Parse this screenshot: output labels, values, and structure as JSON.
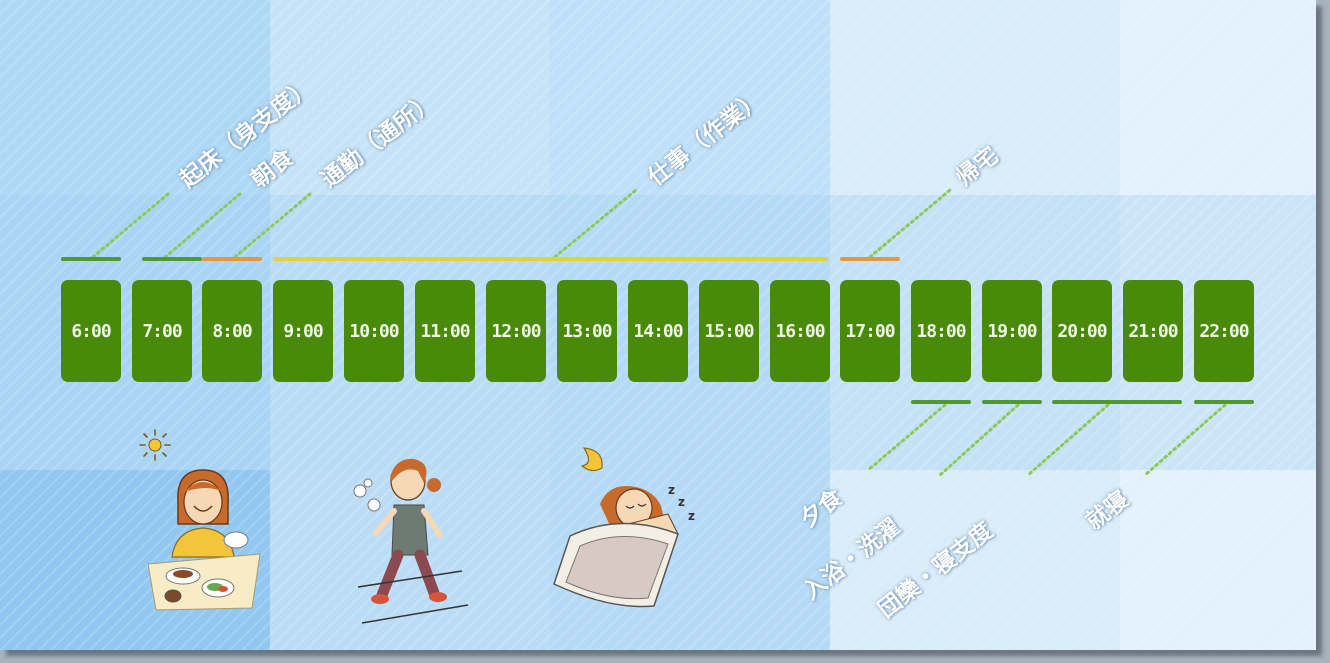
{
  "hours": [
    "6:00",
    "7:00",
    "8:00",
    "9:00",
    "10:00",
    "11:00",
    "12:00",
    "13:00",
    "14:00",
    "15:00",
    "16:00",
    "17:00",
    "18:00",
    "19:00",
    "20:00",
    "21:00",
    "22:00"
  ],
  "top_labels": [
    "起床（身支度）",
    "朝食",
    "通勤（通所）",
    "仕事（作業）",
    "帰宅"
  ],
  "bottom_labels": [
    "夕食",
    "入浴・洗濯",
    "団欒・寝支度",
    "就寝"
  ],
  "colors": {
    "hour_box": "#4a8a0a",
    "green_bar": "#4f9a2b",
    "orange_bar": "#e8963a",
    "yellow_bar": "#e6cf3c",
    "leader": "#8ac95a"
  },
  "illustrations": [
    "sun-icon",
    "woman-eating",
    "woman-walking",
    "moon-icon",
    "woman-sleeping"
  ]
}
